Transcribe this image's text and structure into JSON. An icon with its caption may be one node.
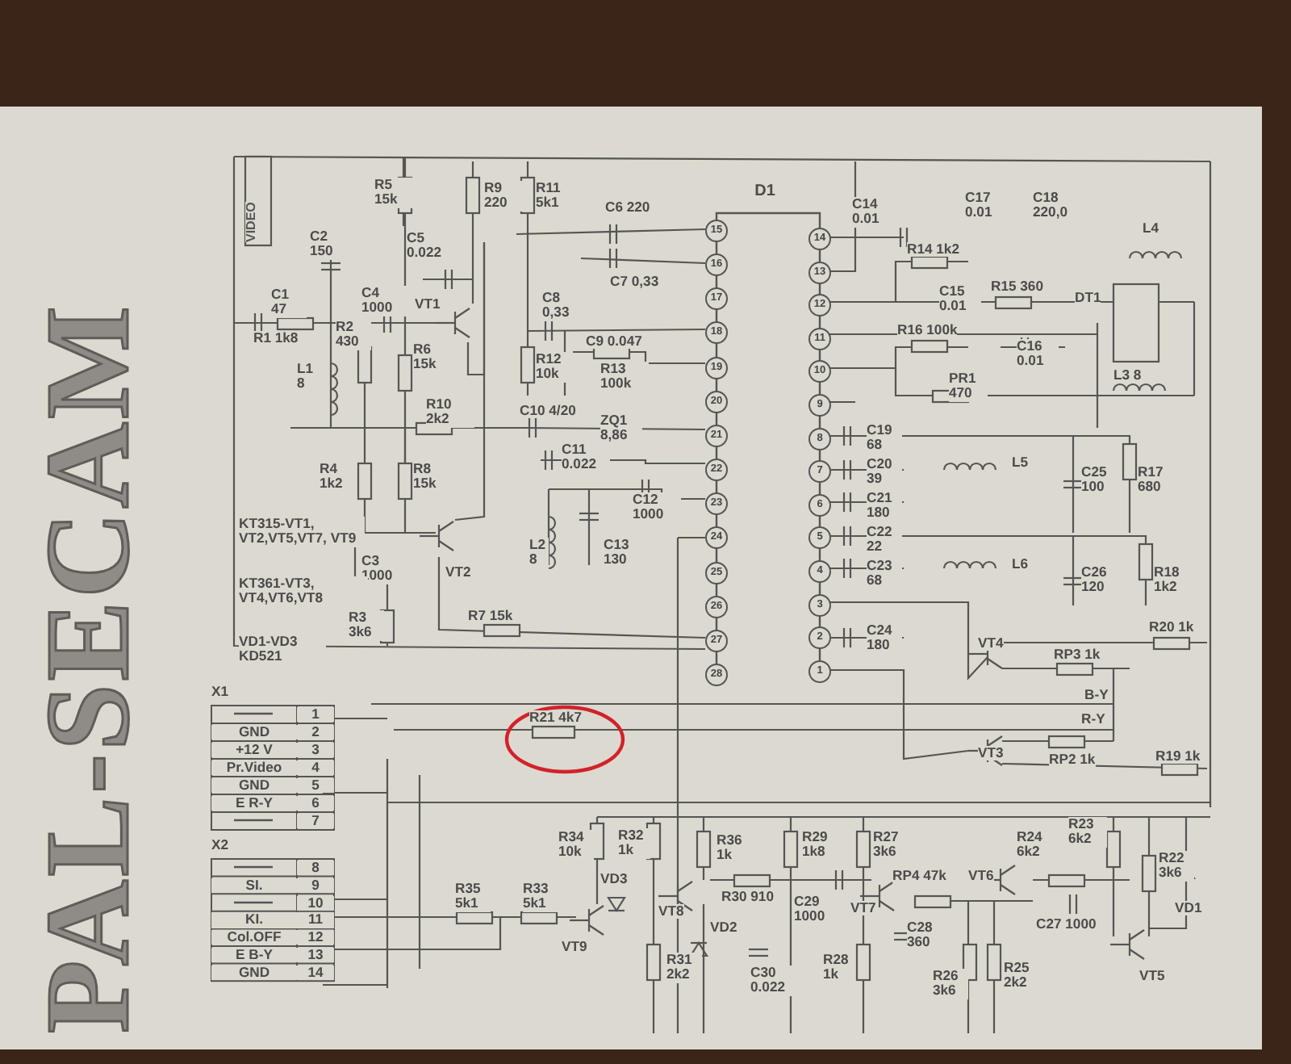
{
  "diagram": {
    "nodes": [
      {
        "text": [
          "D1"
        ]
      }
    ],
    "labels": [
      "PAL-SECAM",
      "VIDEO",
      "R5 15k",
      "R9 220",
      "R11 5k1",
      "C6 220",
      "C7 0,33",
      "C2 150",
      "C5 0.022",
      "C1 47",
      "C4 1000",
      "VT1",
      "R1 1k8",
      "R2 430",
      "L1 8",
      "R6 15k",
      "C8 0,33",
      "C9 0.047",
      "R12 10k",
      "R13 100k",
      "R10 2k2",
      "C10 4/20",
      "ZQ1 8,86",
      "C11 0.022",
      "R4 1k2",
      "R8 15k",
      "C12 1000",
      "KT315-VT1, VT2,VT5,VT7, VT9",
      "L2 8",
      "C13 130",
      "C3 1000",
      "VT2",
      "KT361-VT3, VT4,VT6,VT8",
      "R3 3k6",
      "R7 15k",
      "VD1-VD3 KD521",
      "C14 0.01",
      "C17 0.01",
      "C18 220,0",
      "L4",
      "R14 1k2",
      "C15 0.01",
      "R15 360",
      "DT1",
      "R16 100k",
      "C16 0.01",
      "PR1 470",
      "L3 8",
      "C19 68",
      "C20 39",
      "L5",
      "C25 100",
      "R17 680",
      "C21 180",
      "C22 22",
      "C23 68",
      "L6",
      "C26 120",
      "R18 1k2",
      "C24 180",
      "R20 1k",
      "VT4",
      "RP3 1k",
      "B-Y",
      "R-Y",
      "VT3",
      "RP2 1k",
      "R19 1k",
      "X1",
      "1",
      "GND",
      "2",
      "+12 V",
      "3",
      "Pr.Video",
      "4",
      "GND",
      "5",
      "E R-Y",
      "6",
      "7",
      "X2",
      "8",
      "SI.",
      "9",
      "10",
      "KI.",
      "11",
      "Col.OFF",
      "12",
      "E B-Y",
      "13",
      "GND",
      "14",
      "R21 4k7",
      "R34 10k",
      "R32 1k",
      "R36 1k",
      "R29 1k8",
      "R27 3k6",
      "R24 6k2",
      "R23 6k2",
      "R22 3k6",
      "R35 5k1",
      "R33 5k1",
      "VD3",
      "VT8",
      "R30 910",
      "C29 1000",
      "VT7",
      "RP4 47k",
      "VT6",
      "VD1",
      "VT9",
      "VD2",
      "C28 360",
      "C27 1000",
      "R31 2k2",
      "C30 0.022",
      "R28 1k",
      "R26 3k6",
      "R25 2k2",
      "VT5",
      "15",
      "16",
      "17",
      "18",
      "19",
      "20",
      "21",
      "22",
      "23",
      "24",
      "25",
      "26",
      "27",
      "28",
      "14",
      "13",
      "12",
      "11",
      "10",
      "9",
      "8",
      "7",
      "6",
      "5",
      "4",
      "3",
      "2",
      "1"
    ]
  }
}
